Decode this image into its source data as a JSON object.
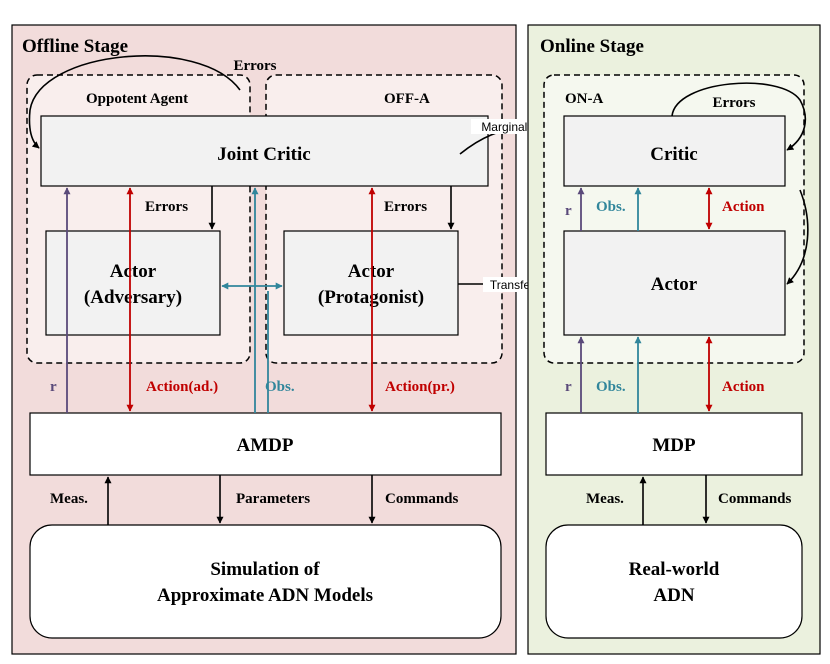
{
  "offline": {
    "title": "Offline Stage",
    "opponent_label": "Oppotent Agent",
    "offa_label": "OFF-A",
    "errors_top": "Errors",
    "joint_critic": "Joint Critic",
    "errors_left": "Errors",
    "errors_right": "Errors",
    "actor_adv_l1": "Actor",
    "actor_adv_l2": "(Adversary)",
    "actor_pro_l1": "Actor",
    "actor_pro_l2": "(Protagonist)",
    "r_label": "r",
    "action_ad": "Action(ad.)",
    "obs": "Obs.",
    "action_pr": "Action(pr.)",
    "amdp": "AMDP",
    "meas": "Meas.",
    "parameters": "Parameters",
    "commands": "Commands",
    "sim_l1": "Simulation of",
    "sim_l2": "Approximate ADN Models"
  },
  "links": {
    "marginalize": "Marginalize",
    "transfer": "Transfer"
  },
  "online": {
    "title": "Online Stage",
    "ona_label": "ON-A",
    "errors": "Errors",
    "critic": "Critic",
    "r_top": "r",
    "obs_top": "Obs.",
    "action_top": "Action",
    "actor": "Actor",
    "r_bottom": "r",
    "obs_bottom": "Obs.",
    "action_bottom": "Action",
    "mdp": "MDP",
    "meas": "Meas.",
    "commands": "Commands",
    "real_l1": "Real-world",
    "real_l2": "ADN"
  },
  "colors": {
    "offline_bg": "#f2dcdb",
    "online_bg": "#ebf1de",
    "inner_bg_left": "#f9eeed",
    "inner_bg_right": "#f5f8ef",
    "box_fill": "#f2f2f2",
    "red": "#c00000",
    "teal": "#31869b",
    "purple": "#5a4a7a"
  }
}
